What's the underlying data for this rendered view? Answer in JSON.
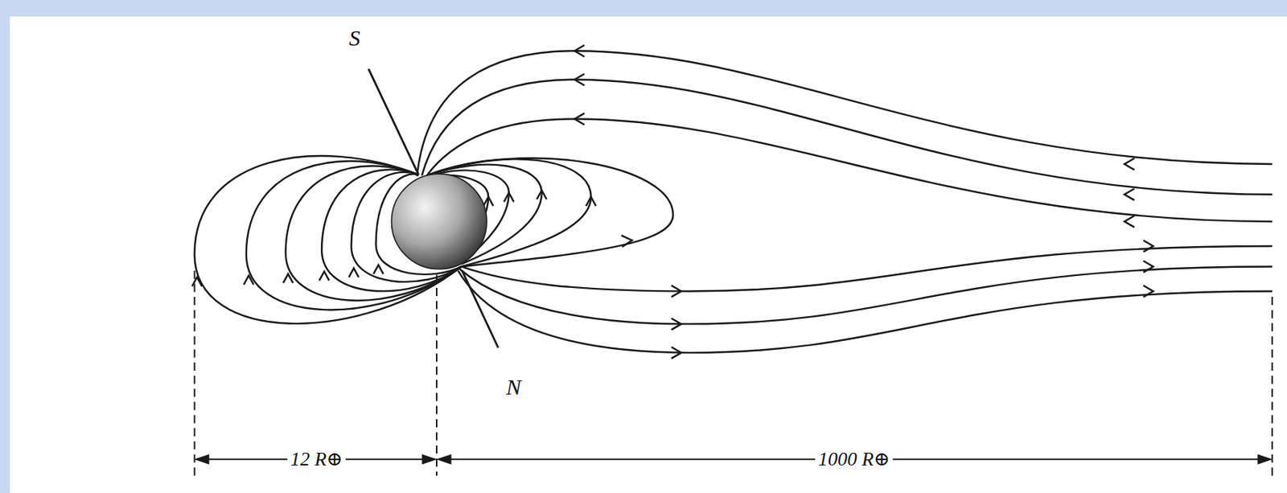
{
  "diagram": {
    "labels": [
      "S",
      "N",
      "12 R⊕",
      "1000 R⊕"
    ]
  }
}
